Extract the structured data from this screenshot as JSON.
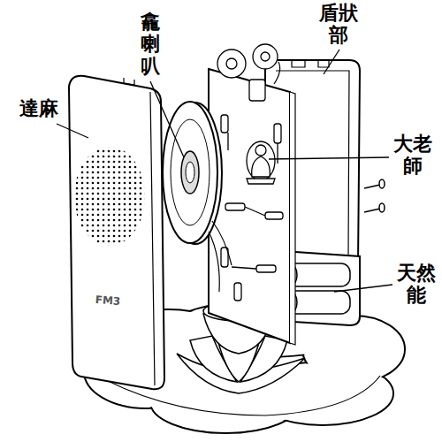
{
  "diagram": {
    "labels": [
      "龕喇叭",
      "盾狀部",
      "達麻",
      "大老師",
      "天然能",
      "FM3"
    ]
  }
}
